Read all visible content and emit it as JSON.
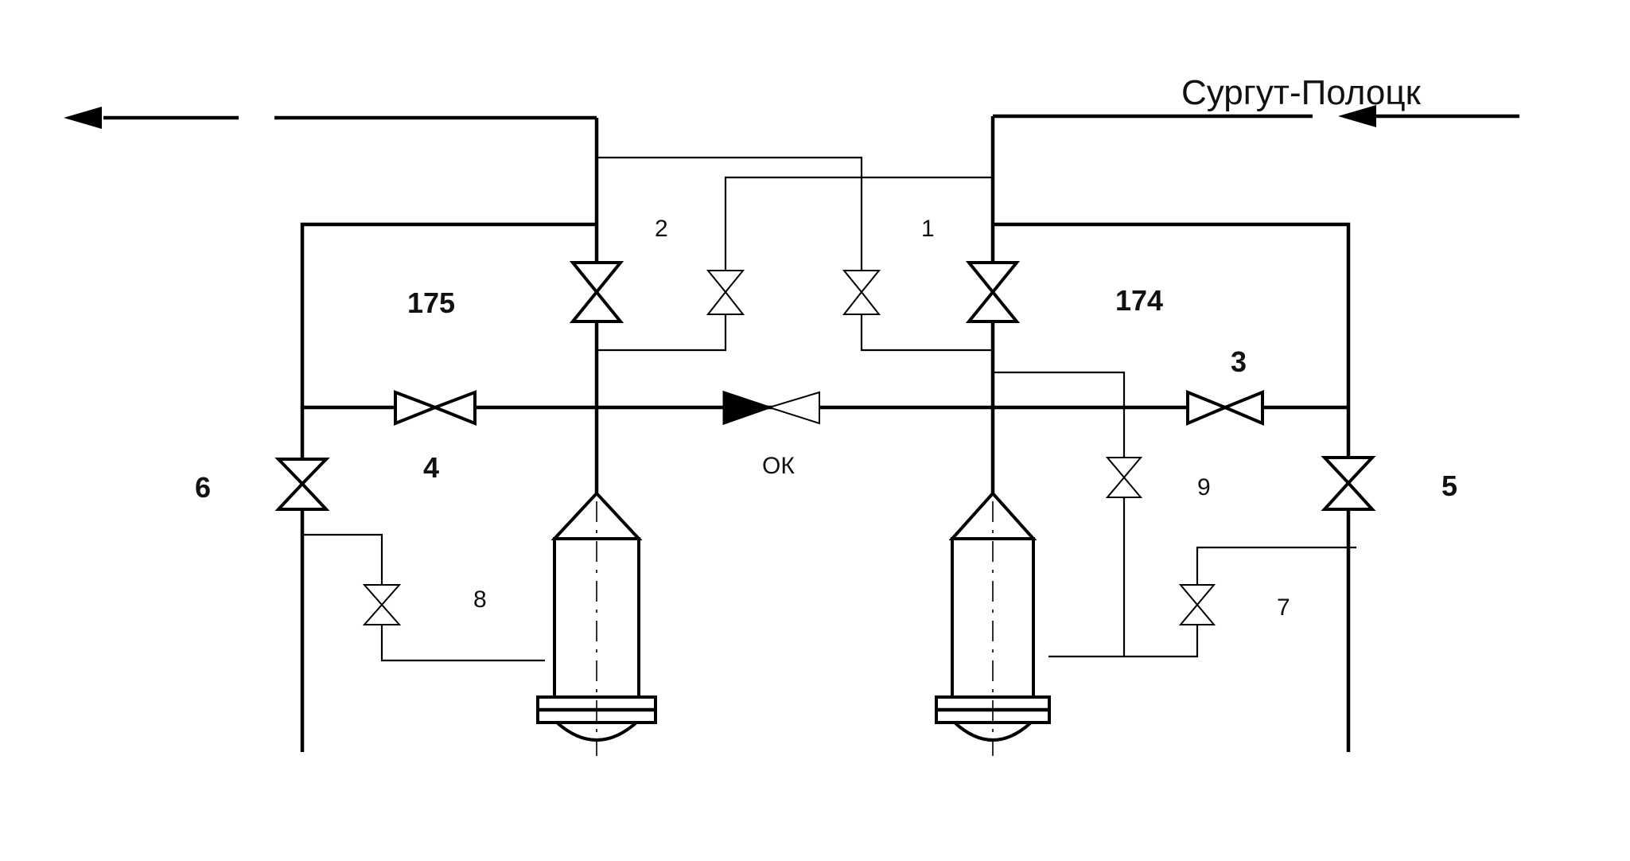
{
  "diagram": {
    "pipeline_label": "Сургут-Полоцк",
    "pump_labels": {
      "left": "175",
      "right": "174"
    },
    "valve_labels": {
      "v1": "1",
      "v2": "2",
      "v3": "3",
      "v4": "4",
      "v5": "5",
      "v6": "6",
      "v7": "7",
      "v8": "8",
      "v9": "9"
    },
    "check_valve_label": "ОК"
  }
}
